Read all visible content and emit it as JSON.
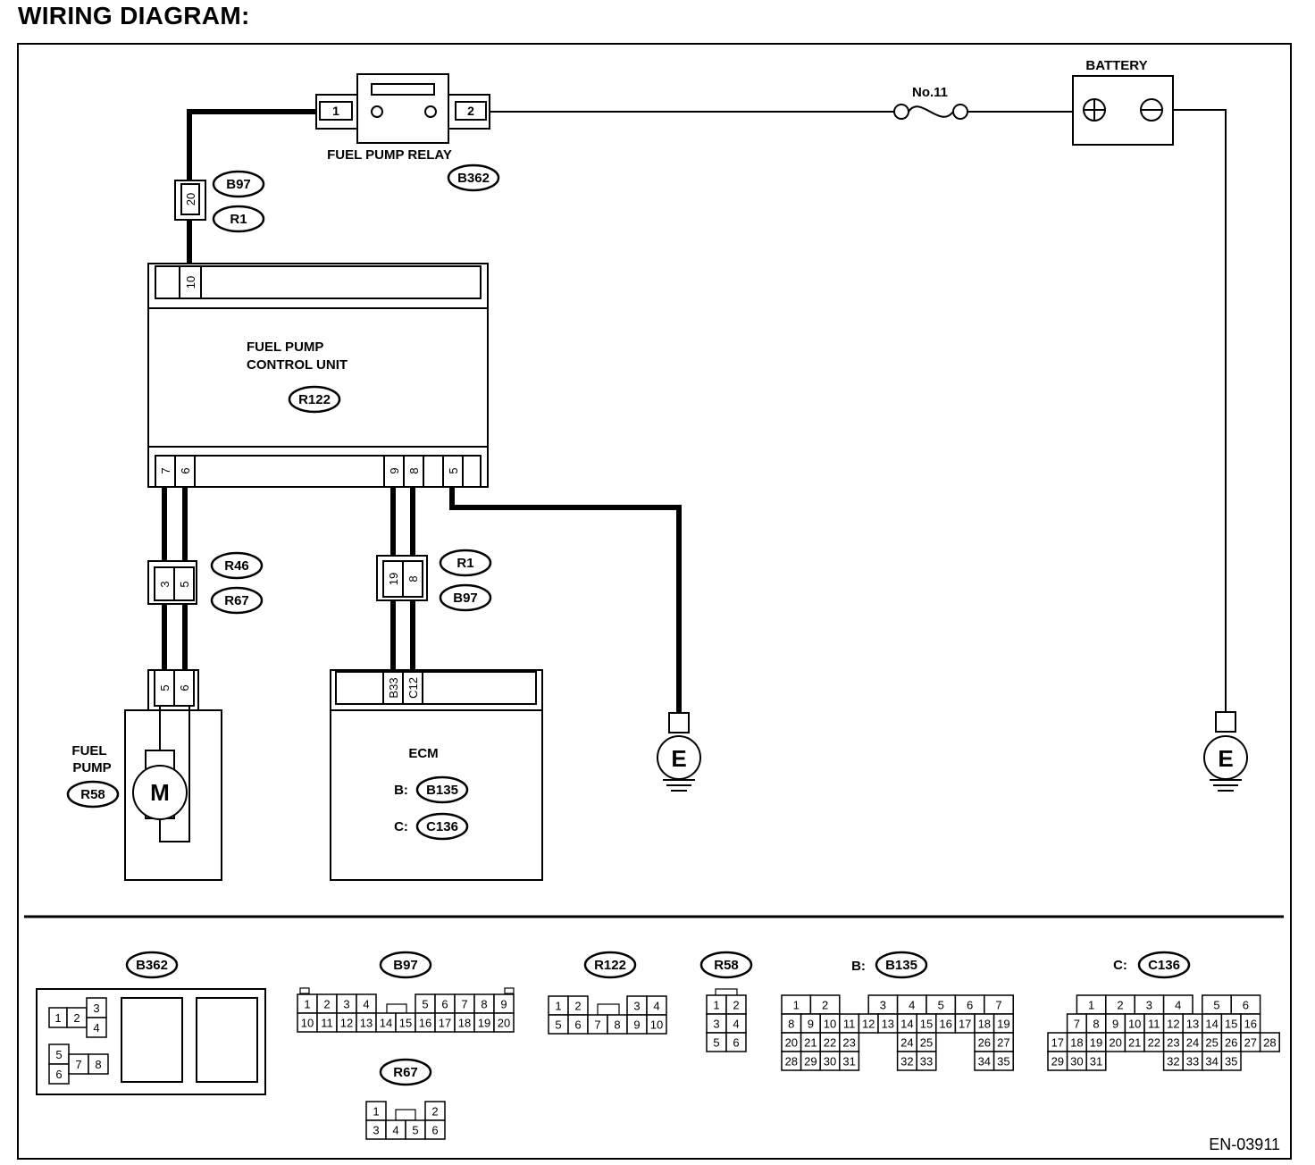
{
  "page": {
    "title": "WIRING DIAGRAM:"
  },
  "diagram": {
    "relay": {
      "label": "FUEL PUMP RELAY",
      "tag": "B362",
      "pin_in": "1",
      "pin_out": "2"
    },
    "fuse": {
      "label": "No.11"
    },
    "battery": {
      "label": "BATTERY"
    },
    "top_connector": {
      "pin": "20",
      "tags": [
        "B97",
        "R1"
      ]
    },
    "control_unit": {
      "label_line1": "FUEL PUMP",
      "label_line2": "CONTROL UNIT",
      "tag": "R122",
      "top_pin": "10",
      "bottom_pins": [
        "7",
        "6",
        "9",
        "8",
        "5"
      ]
    },
    "left_connector": {
      "pins": [
        "3",
        "5"
      ],
      "tags": [
        "R46",
        "R67"
      ]
    },
    "mid_connector": {
      "pins": [
        "19",
        "8"
      ],
      "tags": [
        "R1",
        "B97"
      ]
    },
    "fuel_pump": {
      "label_line1": "FUEL",
      "label_line2": "PUMP",
      "tag": "R58",
      "motor_symbol": "M",
      "pins": [
        "5",
        "6"
      ]
    },
    "ecm": {
      "label": "ECM",
      "pins": [
        "B33",
        "C12"
      ],
      "b_prefix": "B:",
      "b_tag": "B135",
      "c_prefix": "C:",
      "c_tag": "C136"
    },
    "ground": {
      "symbol": "E"
    }
  },
  "connectors": {
    "b362": {
      "tag": "B362",
      "pins": [
        "1",
        "2",
        "3",
        "4",
        "5",
        "6",
        "7",
        "8"
      ]
    },
    "b97": {
      "tag": "B97",
      "pins": [
        "1",
        "2",
        "3",
        "4",
        "5",
        "6",
        "7",
        "8",
        "9",
        "10",
        "11",
        "12",
        "13",
        "14",
        "15",
        "16",
        "17",
        "18",
        "19",
        "20"
      ]
    },
    "r67": {
      "tag": "R67",
      "pins": [
        "1",
        "2",
        "3",
        "4",
        "5",
        "6"
      ]
    },
    "r122": {
      "tag": "R122",
      "pins": [
        "1",
        "2",
        "3",
        "4",
        "5",
        "6",
        "7",
        "8",
        "9",
        "10"
      ]
    },
    "r58": {
      "tag": "R58",
      "pins": [
        "1",
        "2",
        "3",
        "4",
        "5",
        "6"
      ]
    },
    "b135": {
      "prefix": "B:",
      "tag": "B135",
      "pins": [
        "1",
        "2",
        "3",
        "4",
        "5",
        "6",
        "7",
        "8",
        "9",
        "10",
        "11",
        "12",
        "13",
        "14",
        "15",
        "16",
        "17",
        "18",
        "19",
        "20",
        "21",
        "22",
        "23",
        "24",
        "25",
        "26",
        "27",
        "28",
        "29",
        "30",
        "31",
        "32",
        "33",
        "34",
        "35"
      ]
    },
    "c136": {
      "prefix": "C:",
      "tag": "C136",
      "pins": [
        "1",
        "2",
        "3",
        "4",
        "5",
        "6",
        "7",
        "8",
        "9",
        "10",
        "11",
        "12",
        "13",
        "14",
        "15",
        "16",
        "17",
        "18",
        "19",
        "20",
        "21",
        "22",
        "23",
        "24",
        "25",
        "26",
        "27",
        "28",
        "29",
        "30",
        "31",
        "32",
        "33",
        "34",
        "35"
      ]
    }
  },
  "footer": {
    "code": "EN-03911"
  }
}
